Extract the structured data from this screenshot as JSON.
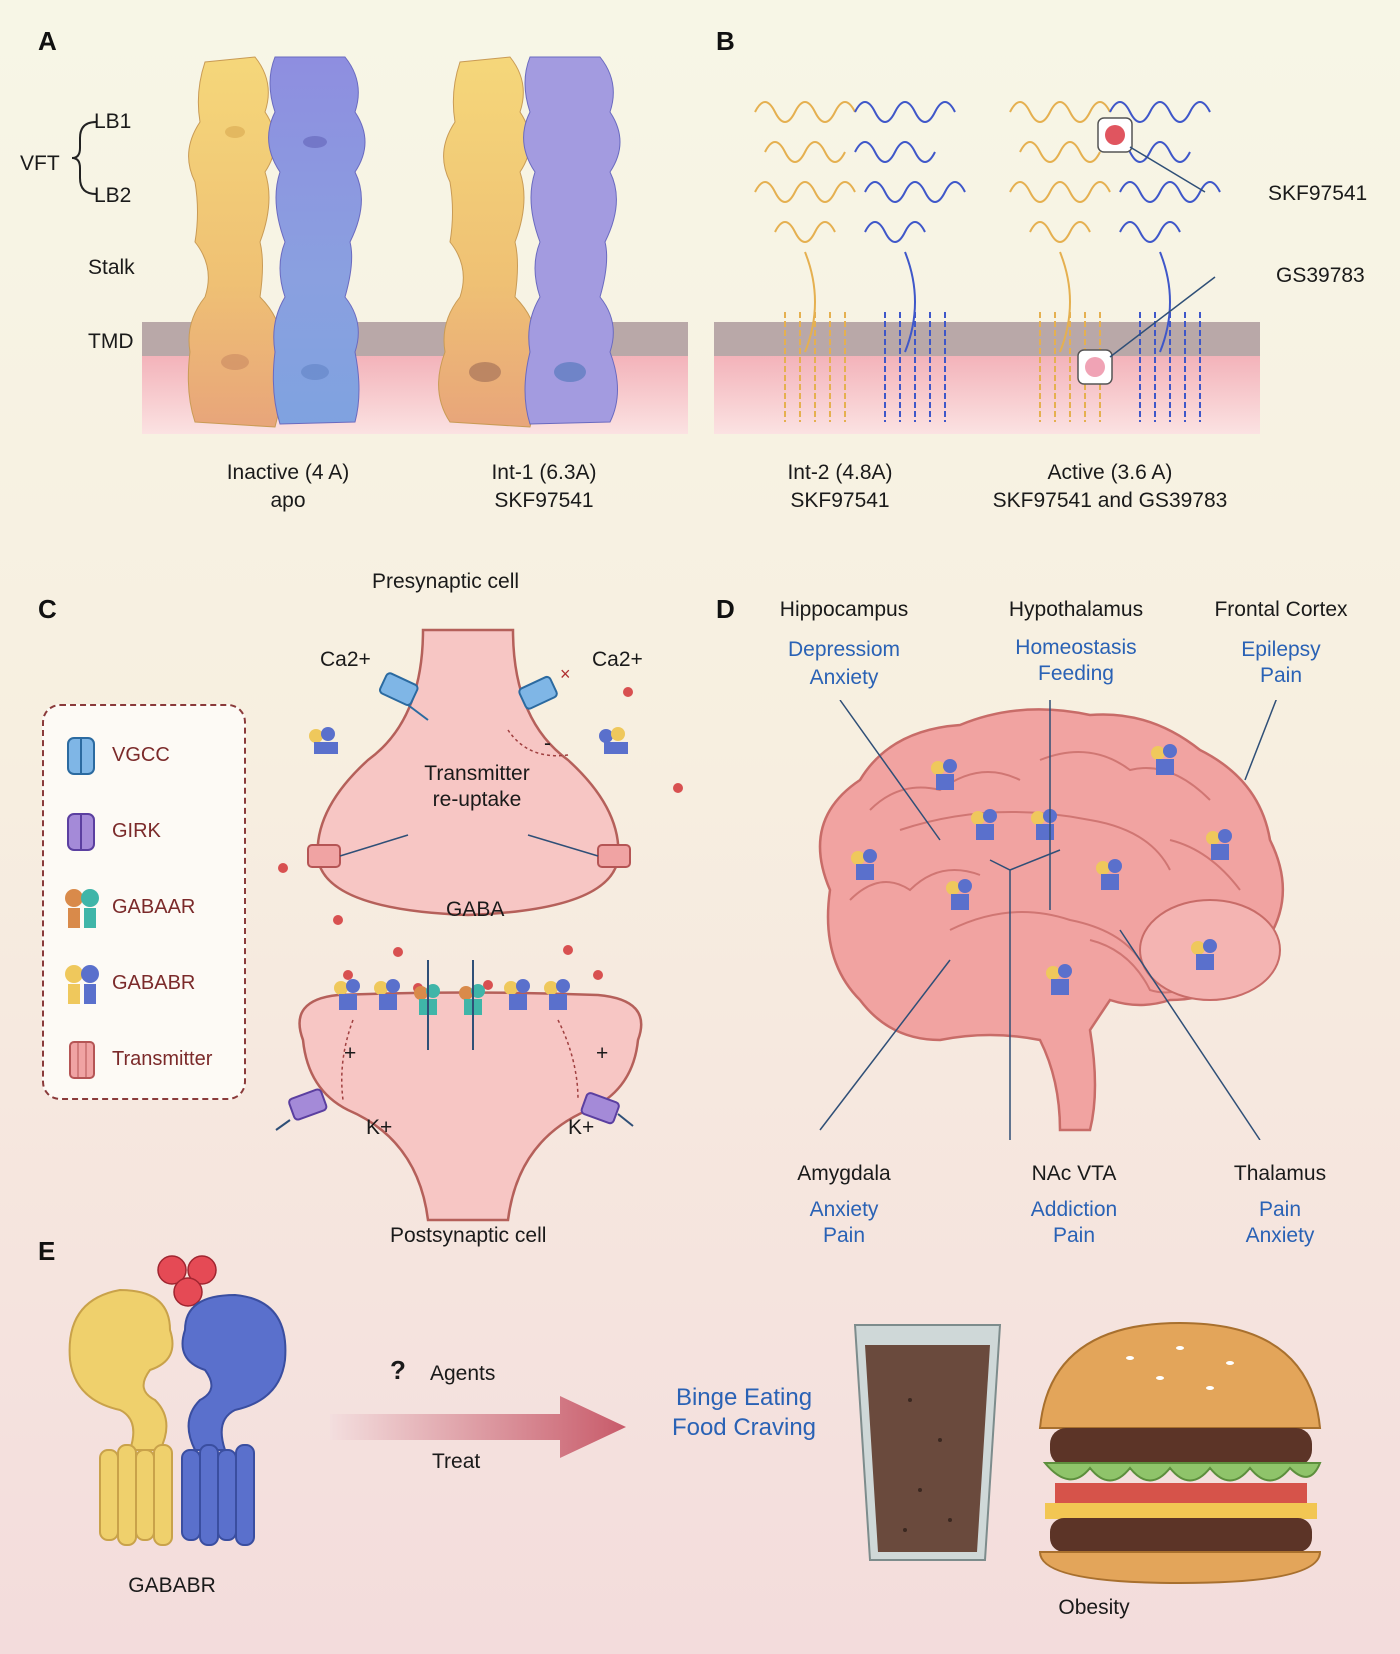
{
  "panels": {
    "a": {
      "letter": "A",
      "vft_label": "VFT",
      "lb1_label": "LB1",
      "lb2_label": "LB2",
      "stalk_label": "Stalk",
      "tmd_label": "TMD",
      "structures": [
        {
          "line1": "Inactive (4 A)",
          "line2": "apo"
        },
        {
          "line1": "Int-1 (6.3A)",
          "line2": "SKF97541"
        }
      ]
    },
    "b": {
      "letter": "B",
      "structures": [
        {
          "line1": "Int-2 (4.8A)",
          "line2": "SKF97541"
        },
        {
          "line1": "Active (3.6 A)",
          "line2": "SKF97541 and GS39783"
        }
      ],
      "ligand_1": "SKF97541",
      "ligand_2": "GS39783"
    },
    "c": {
      "letter": "C",
      "presynaptic": "Presynaptic cell",
      "postsynaptic": "Postsynaptic cell",
      "calcium_left": "Ca2+",
      "calcium_right": "Ca2+",
      "reuptake_line1": "Transmitter",
      "reuptake_line2": "re-uptake",
      "gaba": "GABA",
      "potassium_left": "K+",
      "potassium_right": "K+",
      "minus_sign": "-",
      "plus_left": "+",
      "plus_right": "+",
      "legend": {
        "vgcc": "VGCC",
        "girk": "GIRK",
        "gaba_a": "GABAAR",
        "gaba_b": "GABABR",
        "transmitter": "Transmitter"
      }
    },
    "d": {
      "letter": "D",
      "regions_top": [
        {
          "name": "Hippocampus",
          "line1": "Depressiom",
          "line2": "Anxiety"
        },
        {
          "name": "Hypothalamus",
          "line1": "Homeostasis",
          "line2": "Feeding"
        },
        {
          "name": "Frontal Cortex",
          "line1": "Epilepsy",
          "line2": "Pain"
        }
      ],
      "regions_bottom": [
        {
          "name": "Amygdala",
          "line1": "Anxiety",
          "line2": "Pain"
        },
        {
          "name": "NAc VTA",
          "line1": "Addiction",
          "line2": "Pain"
        },
        {
          "name": "Thalamus",
          "line1": "Pain",
          "line2": "Anxiety"
        }
      ]
    },
    "e": {
      "letter": "E",
      "receptor": "GABABR",
      "question": "?",
      "agents": "Agents",
      "treat": "Treat",
      "effect_line1": "Binge Eating",
      "effect_line2": "Food Craving",
      "outcome": "Obesity"
    }
  },
  "colors": {
    "gb1_yellow": "#f2cf6b",
    "gb2_blue": "#6c7fd4",
    "label_blue": "#2a62b5",
    "legend_maroon": "#7b2a2a",
    "membrane_gray": "#b9a8a8",
    "membrane_pink": "#f6c5c8",
    "cell_pink": "#f7c6c4"
  }
}
